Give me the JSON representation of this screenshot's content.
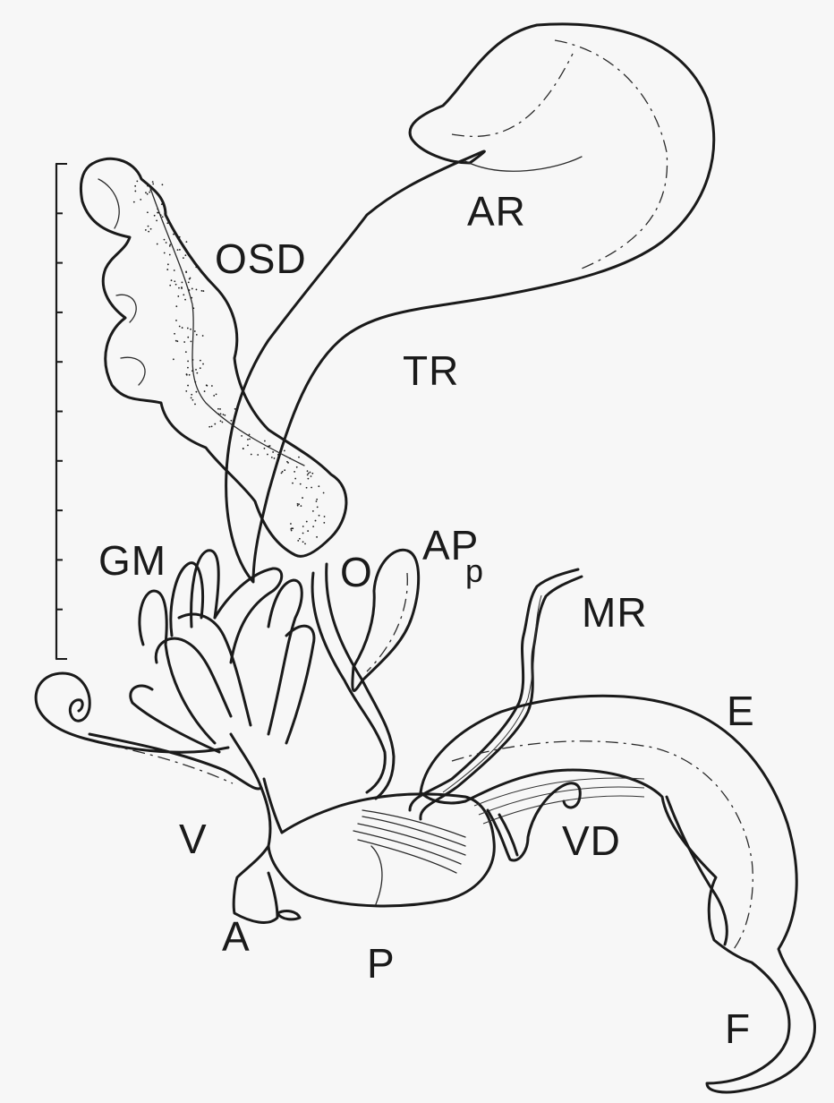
{
  "figure": {
    "labels": {
      "ar": "AR",
      "osd": "OSD",
      "tr": "TR",
      "gm": "GM",
      "o": "O",
      "ap": "AP",
      "ap_sub": "p",
      "mr": "MR",
      "e": "E",
      "v": "V",
      "vd": "VD",
      "a": "A",
      "p": "P",
      "f": "F"
    },
    "scale_bar": {
      "ticks": 10
    },
    "colors": {
      "ink": "#1a1a1a",
      "paper": "#f7f7f7"
    }
  }
}
